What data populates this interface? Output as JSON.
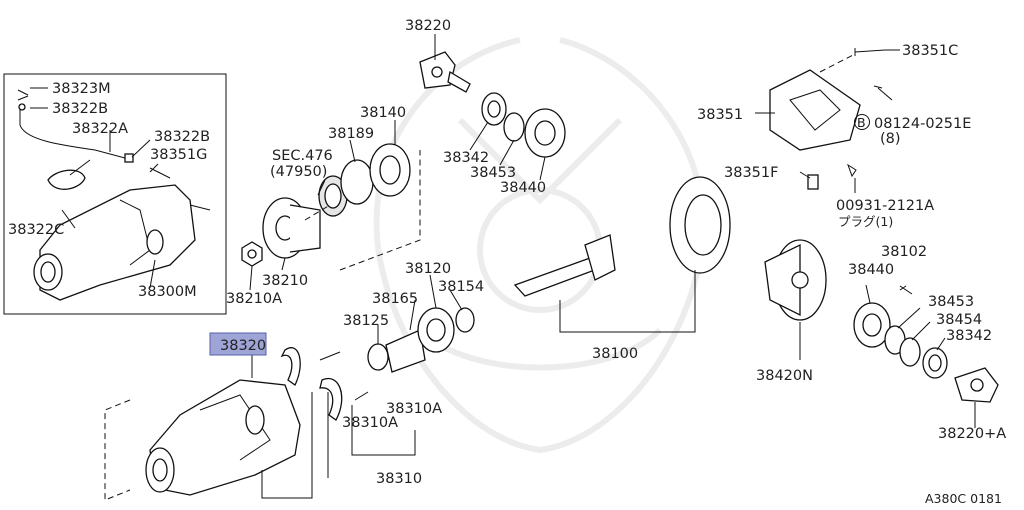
{
  "labels": {
    "l38220": "38220",
    "l38351C": "38351C",
    "l38323M": "38323M",
    "l38322B_a": "38322B",
    "l38322A": "38322A",
    "l38322B_b": "38322B",
    "l38351G": "38351G",
    "l38140": "38140",
    "l38189": "38189",
    "lSEC476": "SEC.476",
    "l47950": "(47950)",
    "l38342_a": "38342",
    "l38453_a": "38453",
    "l38440_a": "38440",
    "l38351": "38351",
    "l08124": "08124-0251E",
    "l08124_qty": "(8)",
    "lB": "B",
    "l38351F": "38351F",
    "l00931": "00931-2121A",
    "lplug": "プラグ(1)",
    "l38322C": "38322C",
    "l38300M": "38300M",
    "l38210": "38210",
    "l38210A_a": "38210A",
    "l38120": "38120",
    "l38165": "38165",
    "l38154": "38154",
    "l38125": "38125",
    "l38102": "38102",
    "l38440_b": "38440",
    "l38453_b": "38453",
    "l38454": "38454",
    "l38342_b": "38342",
    "l38320": "38320",
    "l38100": "38100",
    "l38420N": "38420N",
    "l38310A_a": "38310A",
    "l38310A_b": "38310A",
    "l38310": "38310",
    "l38220A": "38220+A",
    "lcode": "A380C 0181"
  }
}
